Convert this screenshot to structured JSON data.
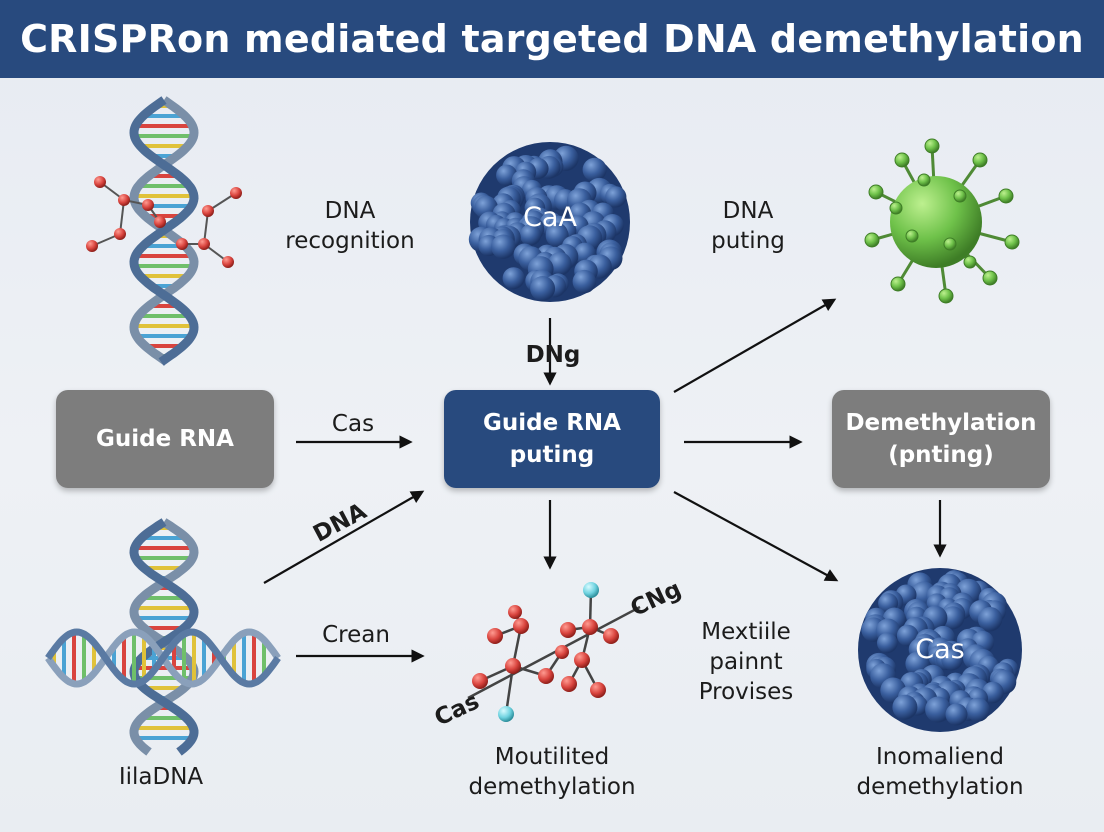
{
  "title": "CRISPRon mediated targeted DNA demethylation",
  "nodes": {
    "guide_rna_left": "Guide RNA",
    "guide_rna_center": [
      "Guide RNA",
      "puting"
    ],
    "demethylation_box": [
      "Demethylation",
      "(pnting)"
    ]
  },
  "blobs": {
    "top_center": "CaA",
    "bottom_right": "Cas"
  },
  "labels": {
    "dna_recognition": [
      "DNA",
      "recognition"
    ],
    "dna_puting": [
      "DNA",
      "puting"
    ],
    "dng": "DNg",
    "cas_arrow": "Cas",
    "dna_arrow": "DNA",
    "crean": "Crean",
    "cng": "CNg",
    "cas_molecule": "Cas",
    "mextiile": [
      "Mextiile",
      "painnt",
      "Provises"
    ],
    "iiladna": "IilaDNA",
    "moutilited": [
      "Moutilited",
      "demethylation"
    ],
    "inomaliend": [
      "Inomaliend",
      "demethylation"
    ]
  },
  "colors": {
    "header": "#284a7e",
    "node_blue": "#284a7e",
    "node_gray": "#7d7d7d",
    "protein_blue": "#3a5f9e",
    "virus_green": "#6fc24a",
    "atom_red": "#d9443e",
    "atom_cyan": "#6fd3e0"
  },
  "icons": [
    "dna-helix-icon",
    "protein-cluster-icon",
    "virus-particle-icon",
    "molecule-icon"
  ]
}
